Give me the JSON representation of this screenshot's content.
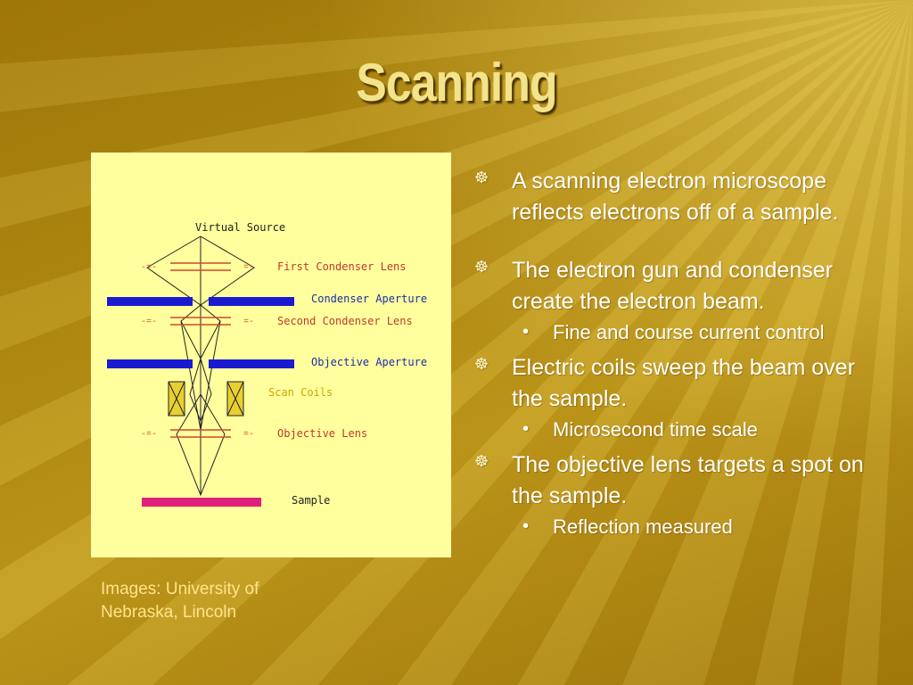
{
  "slide": {
    "title": "Scanning",
    "credit": "Images: University of Nebraska, Lincoln",
    "bullets": [
      {
        "text": "A scanning electron microscope reflects electrons off of a sample.",
        "subs": []
      },
      {
        "text": "The electron gun and condenser create the electron beam.",
        "subs": [
          "Fine and course current control"
        ]
      },
      {
        "text": "Electric coils sweep the beam over the sample.",
        "subs": [
          "Microsecond time scale"
        ]
      },
      {
        "text": "The objective lens targets a spot on the sample.",
        "subs": [
          "Reflection measured"
        ]
      }
    ],
    "bullet_icon": "ship-wheel-icon",
    "sub_icon": "bullet-dot-icon"
  },
  "diagram": {
    "labels": {
      "virtual_source": "Virtual Source",
      "first_condenser": "First Condenser Lens",
      "condenser_aperture": "Condenser Aperture",
      "second_condenser": "Second Condenser Lens",
      "objective_aperture": "Objective Aperture",
      "scan_coils": "Scan Coils",
      "objective_lens": "Objective Lens",
      "sample": "Sample"
    },
    "colors": {
      "background": "#ffff9e",
      "lens_label": "#c0392b",
      "aperture_label": "#1a2fa8",
      "coil_label": "#c8a800",
      "aperture_bar": "#1a1ad0",
      "sample_bar": "#e0207a",
      "coil_box": "#e8d030",
      "lens_line": "#d2472b"
    }
  }
}
